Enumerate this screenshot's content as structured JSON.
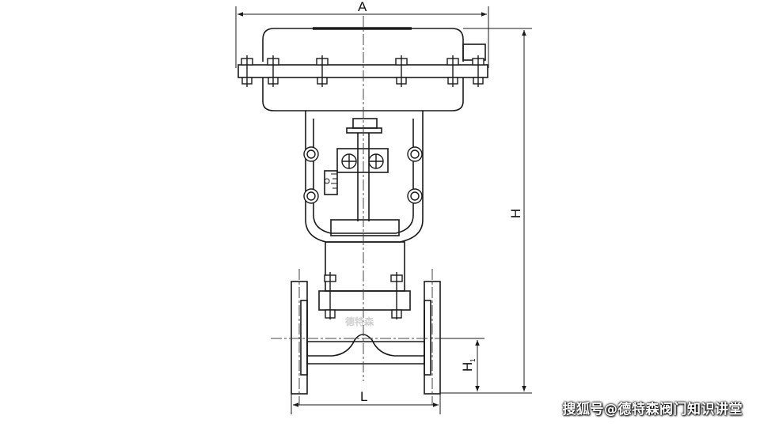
{
  "dimensions": {
    "width_label": "A",
    "height_label": "H",
    "length_label": "L",
    "h1_main": "H",
    "h1_sub": "1"
  },
  "body_watermark": "德特森",
  "credit": "搜狐号@德特森阀门知识讲堂",
  "colors": {
    "line": "#1a1a1a",
    "dash": "#444444",
    "paper": "#ffffff"
  }
}
